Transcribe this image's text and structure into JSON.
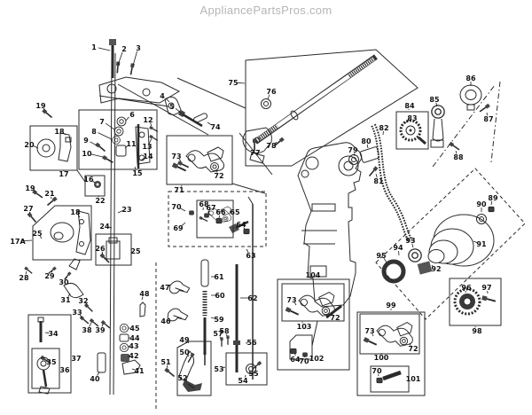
{
  "watermark": "AppliancePartsPros.com",
  "diagram": {
    "description": "Exploded sewing-machine head parts diagram with numbered callouts",
    "labels": [
      [
        "1",
        106,
        53,
        124,
        57
      ],
      [
        "2",
        140,
        55,
        133,
        73
      ],
      [
        "3",
        156,
        54,
        150,
        74
      ],
      [
        "4",
        183,
        108,
        191,
        115
      ],
      [
        "5",
        194,
        120,
        205,
        128
      ],
      [
        "6",
        149,
        129,
        142,
        136
      ],
      [
        "7",
        115,
        137,
        129,
        146
      ],
      [
        "8",
        106,
        148,
        126,
        157
      ],
      [
        "9",
        97,
        158,
        109,
        164
      ],
      [
        "10",
        98,
        173,
        116,
        177
      ],
      [
        "11",
        148,
        162,
        141,
        167
      ],
      [
        "12",
        167,
        135,
        171,
        142
      ],
      [
        "13",
        166,
        165,
        171,
        156
      ],
      [
        "14",
        167,
        176,
        159,
        181
      ],
      [
        "15",
        155,
        195,
        152,
        188
      ],
      [
        "16",
        100,
        202,
        107,
        206
      ],
      [
        "17",
        72,
        196,
        72,
        193
      ],
      [
        "17A",
        20,
        272,
        36,
        271
      ],
      [
        "18",
        67,
        148,
        74,
        152
      ],
      [
        "18",
        85,
        239,
        90,
        245
      ],
      [
        "19",
        46,
        119,
        51,
        125
      ],
      [
        "19",
        34,
        212,
        40,
        216
      ],
      [
        "20",
        33,
        163,
        43,
        167
      ],
      [
        "21",
        56,
        218,
        58,
        224
      ],
      [
        "22",
        113,
        226,
        111,
        221
      ],
      [
        "23",
        143,
        236,
        133,
        240
      ],
      [
        "24",
        118,
        255,
        126,
        257
      ],
      [
        "25",
        42,
        263,
        47,
        269
      ],
      [
        "25",
        153,
        283,
        149,
        283
      ],
      [
        "26",
        113,
        280,
        116,
        287
      ],
      [
        "27",
        32,
        235,
        34,
        241
      ],
      [
        "28",
        27,
        313,
        30,
        306
      ],
      [
        "29",
        56,
        311,
        59,
        305
      ],
      [
        "30",
        72,
        318,
        76,
        311
      ],
      [
        "31",
        74,
        338,
        79,
        331
      ],
      [
        "32",
        94,
        339,
        98,
        344
      ],
      [
        "33",
        87,
        352,
        92,
        358
      ],
      [
        "34",
        60,
        376,
        51,
        375
      ],
      [
        "35",
        58,
        408,
        52,
        406
      ],
      [
        "36",
        73,
        417,
        68,
        417
      ],
      [
        "37",
        86,
        404,
        81,
        404
      ],
      [
        "38",
        98,
        372,
        103,
        364
      ],
      [
        "39",
        113,
        372,
        116,
        365
      ],
      [
        "40",
        107,
        427,
        112,
        419
      ],
      [
        "41",
        157,
        418,
        149,
        416
      ],
      [
        "42",
        151,
        401,
        144,
        402
      ],
      [
        "43",
        151,
        390,
        144,
        391
      ],
      [
        "44",
        152,
        381,
        145,
        381
      ],
      [
        "45",
        152,
        370,
        145,
        370
      ],
      [
        "46",
        187,
        362,
        191,
        359
      ],
      [
        "47",
        186,
        324,
        192,
        321
      ],
      [
        "48",
        163,
        331,
        160,
        338
      ],
      [
        "49",
        208,
        383,
        213,
        387
      ],
      [
        "50",
        208,
        397,
        213,
        402
      ],
      [
        "51",
        187,
        408,
        189,
        415
      ],
      [
        "52",
        206,
        426,
        211,
        431
      ],
      [
        "53",
        247,
        416,
        254,
        414
      ],
      [
        "54",
        274,
        429,
        277,
        423
      ],
      [
        "55",
        286,
        421,
        289,
        414
      ],
      [
        "56",
        284,
        386,
        277,
        387
      ],
      [
        "57",
        246,
        376,
        249,
        382
      ],
      [
        "58",
        253,
        373,
        256,
        379
      ],
      [
        "59",
        247,
        360,
        238,
        358
      ],
      [
        "60",
        248,
        333,
        238,
        333
      ],
      [
        "61",
        247,
        312,
        238,
        312
      ],
      [
        "62",
        285,
        336,
        271,
        336
      ],
      [
        "63",
        283,
        288,
        278,
        281
      ],
      [
        "64",
        272,
        253,
        276,
        259
      ],
      [
        "64",
        333,
        405,
        333,
        399
      ],
      [
        "65",
        265,
        239,
        259,
        239
      ],
      [
        "66",
        249,
        239,
        247,
        246
      ],
      [
        "67",
        238,
        234,
        235,
        241
      ],
      [
        "68",
        230,
        230,
        229,
        237
      ],
      [
        "69",
        201,
        257,
        209,
        251
      ],
      [
        "70",
        199,
        233,
        209,
        238
      ],
      [
        "70",
        343,
        407,
        344,
        401
      ],
      [
        "70",
        425,
        418,
        427,
        424
      ],
      [
        "71",
        202,
        214,
        205,
        209
      ],
      [
        "72",
        247,
        198,
        244,
        191
      ],
      [
        "72",
        378,
        358,
        374,
        352
      ],
      [
        "72",
        466,
        393,
        462,
        387
      ],
      [
        "73",
        199,
        176,
        204,
        182
      ],
      [
        "73",
        329,
        338,
        334,
        344
      ],
      [
        "73",
        417,
        373,
        421,
        379
      ],
      [
        "74",
        243,
        143,
        234,
        138
      ],
      [
        "75",
        263,
        93,
        276,
        94
      ],
      [
        "76",
        306,
        103,
        302,
        112
      ],
      [
        "77",
        288,
        172,
        287,
        165
      ],
      [
        "78",
        306,
        164,
        312,
        160
      ],
      [
        "79",
        398,
        169,
        400,
        176
      ],
      [
        "80",
        413,
        159,
        415,
        167
      ],
      [
        "81",
        427,
        204,
        424,
        196
      ],
      [
        "82",
        433,
        144,
        432,
        152
      ],
      [
        "83",
        465,
        133,
        457,
        139
      ],
      [
        "84",
        462,
        119,
        461,
        124
      ],
      [
        "85",
        490,
        112,
        493,
        120
      ],
      [
        "86",
        531,
        88,
        531,
        97
      ],
      [
        "87",
        551,
        134,
        549,
        127
      ],
      [
        "88",
        517,
        177,
        514,
        170
      ],
      [
        "89",
        556,
        223,
        554,
        231
      ],
      [
        "90",
        543,
        230,
        543,
        239
      ],
      [
        "91",
        543,
        275,
        534,
        272
      ],
      [
        "92",
        492,
        303,
        487,
        299
      ],
      [
        "93",
        463,
        271,
        466,
        279
      ],
      [
        "94",
        449,
        279,
        450,
        288
      ],
      [
        "95",
        430,
        288,
        436,
        296
      ],
      [
        "96",
        526,
        324,
        525,
        330
      ],
      [
        "97",
        549,
        324,
        550,
        331
      ],
      [
        "98",
        538,
        373,
        536,
        368
      ],
      [
        "99",
        441,
        344,
        441,
        350
      ],
      [
        "100",
        430,
        403,
        430,
        398
      ],
      [
        "101",
        466,
        427,
        461,
        426
      ],
      [
        "102",
        357,
        404,
        353,
        402
      ],
      [
        "103",
        343,
        368,
        341,
        363
      ],
      [
        "104",
        353,
        310,
        353,
        314
      ]
    ],
    "boxes": [
      [
        89,
        124,
        88,
        67,
        "solid"
      ],
      [
        34,
        142,
        53,
        50,
        "solid"
      ],
      [
        96,
        198,
        22,
        23,
        "solid"
      ],
      [
        108,
        264,
        40,
        35,
        "solid"
      ],
      [
        188,
        153,
        74,
        55,
        "solid"
      ],
      [
        222,
        226,
        41,
        42,
        "solid"
      ],
      [
        447,
        126,
        36,
        42,
        "solid"
      ],
      [
        507,
        314,
        58,
        53,
        "solid"
      ],
      [
        403,
        352,
        76,
        94,
        "solid"
      ],
      [
        406,
        354,
        67,
        45,
        "solid"
      ],
      [
        418,
        413,
        43,
        29,
        "solid"
      ],
      [
        313,
        315,
        81,
        102,
        "solid"
      ],
      [
        318,
        320,
        70,
        42,
        "solid"
      ],
      [
        32,
        355,
        48,
        88,
        "solid"
      ],
      [
        36,
        393,
        31,
        45,
        "solid"
      ],
      [
        255,
        398,
        46,
        36,
        "solid"
      ],
      [
        190,
        216,
        110,
        62,
        "dashed"
      ]
    ],
    "polys": [
      [
        "37,255 62,232 103,232 103,293 37,293",
        "solid"
      ],
      [
        "200,392 213,385 238,385 238,446 200,446",
        "solid"
      ],
      [
        "327,385 334,378 352,378 352,405 327,405",
        "solid"
      ],
      [
        "277,68 424,56 471,99 329,187 277,187",
        "solid"
      ],
      [
        "424,296 536,190 592,252 480,360",
        "dashed"
      ]
    ],
    "lines": [
      [
        176,
        296,
        176,
        462,
        "dashed"
      ],
      [
        133,
        95,
        235,
        152,
        "solid"
      ],
      [
        200,
        88,
        277,
        122,
        "solid"
      ],
      [
        270,
        150,
        307,
        197,
        "solid"
      ],
      [
        262,
        207,
        299,
        218,
        "solid"
      ],
      [
        87,
        192,
        96,
        205,
        "solid"
      ],
      [
        488,
        188,
        558,
        96,
        "dashdot"
      ],
      [
        564,
        92,
        554,
        183,
        "dashdot"
      ]
    ]
  }
}
